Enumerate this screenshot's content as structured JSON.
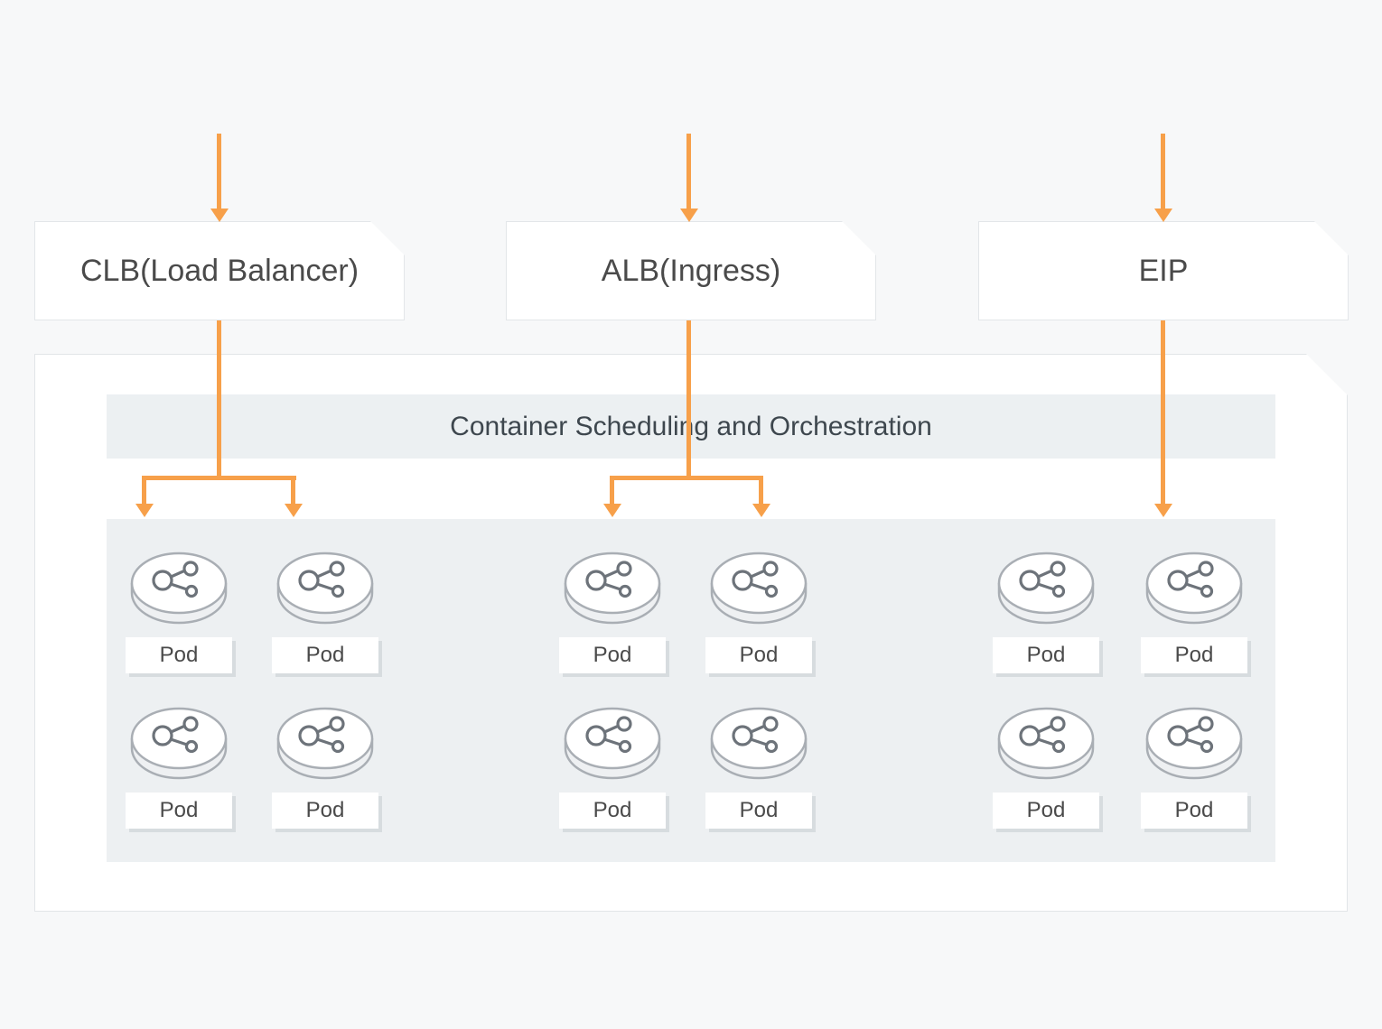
{
  "accent": {
    "arrow_color": "#F7A04A",
    "node_border_color": "#E3E6E9",
    "panel_fill_color": "#EDF0F2"
  },
  "nodes": [
    {
      "label": "CLB(Load Balancer)"
    },
    {
      "label": "ALB(Ingress)"
    },
    {
      "label": "EIP"
    }
  ],
  "container": {
    "header": "Container Scheduling and Orchestration",
    "groups": [
      {
        "pods": [
          "Pod",
          "Pod",
          "Pod",
          "Pod"
        ]
      },
      {
        "pods": [
          "Pod",
          "Pod",
          "Pod",
          "Pod"
        ]
      },
      {
        "pods": [
          "Pod",
          "Pod",
          "Pod",
          "Pod"
        ]
      }
    ]
  }
}
